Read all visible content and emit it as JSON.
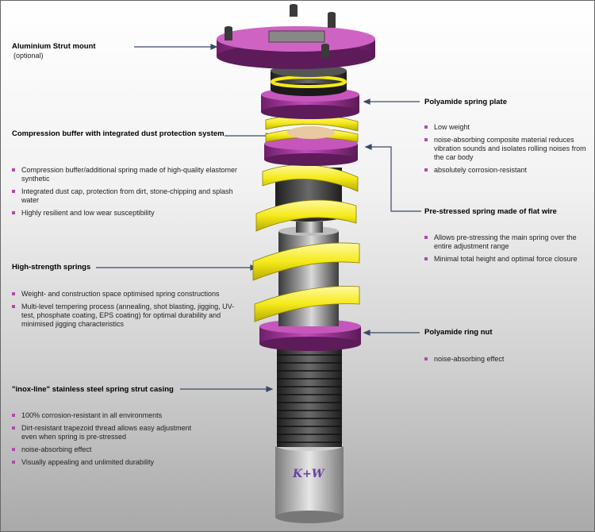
{
  "labels": {
    "aluminium_mount": {
      "title": "Aluminium Strut mount",
      "sub": "(optional)"
    },
    "compression_buffer": {
      "title": "Compression buffer with integrated dust protection system",
      "bullets": [
        "Compression buffer/additional spring made of high-quality elastomer synthetic",
        "Integrated dust cap, protection from dirt, stone-chipping and splash water",
        "Highly resilient and low wear susceptibility"
      ]
    },
    "high_strength_springs": {
      "title": "High-strength springs",
      "bullets": [
        "Weight- and construction space optimised spring constructions",
        "Multi-level tempering process (annealing, shot blasting, jigging, UV-test, phosphate coating, EPS coating) for optimal durability and minimised jigging characteristics"
      ]
    },
    "inox_line": {
      "title": "\"inox-line\" stainless steel spring strut casing",
      "bullets": [
        "100% corrosion-resistant in all environments",
        "Dirt-resistant trapezoid thread allows easy adjustment even when spring is pre-stressed",
        "noise-absorbing effect",
        "Visually appealing and unlimited durability"
      ]
    },
    "polyamide_plate": {
      "title": "Polyamide spring plate",
      "bullets": [
        "Low weight",
        "noise-absorbing composite material reduces vibration sounds and isolates rolling noises from the car body",
        "absolutely corrosion-resistant"
      ]
    },
    "flat_wire": {
      "title": "Pre-stressed spring made of flat wire",
      "bullets": [
        "Allows pre-stressing the main spring over the entire adjustment range",
        "Minimal total height and optimal force closure"
      ]
    },
    "ring_nut": {
      "title": "Polyamide ring nut",
      "bullets": [
        "noise-absorbing effect"
      ]
    }
  },
  "logo_text": "K+W",
  "colors": {
    "accent": "#a83fa0",
    "spring": "#f5ea1a",
    "bullet": "#b04ca8"
  }
}
